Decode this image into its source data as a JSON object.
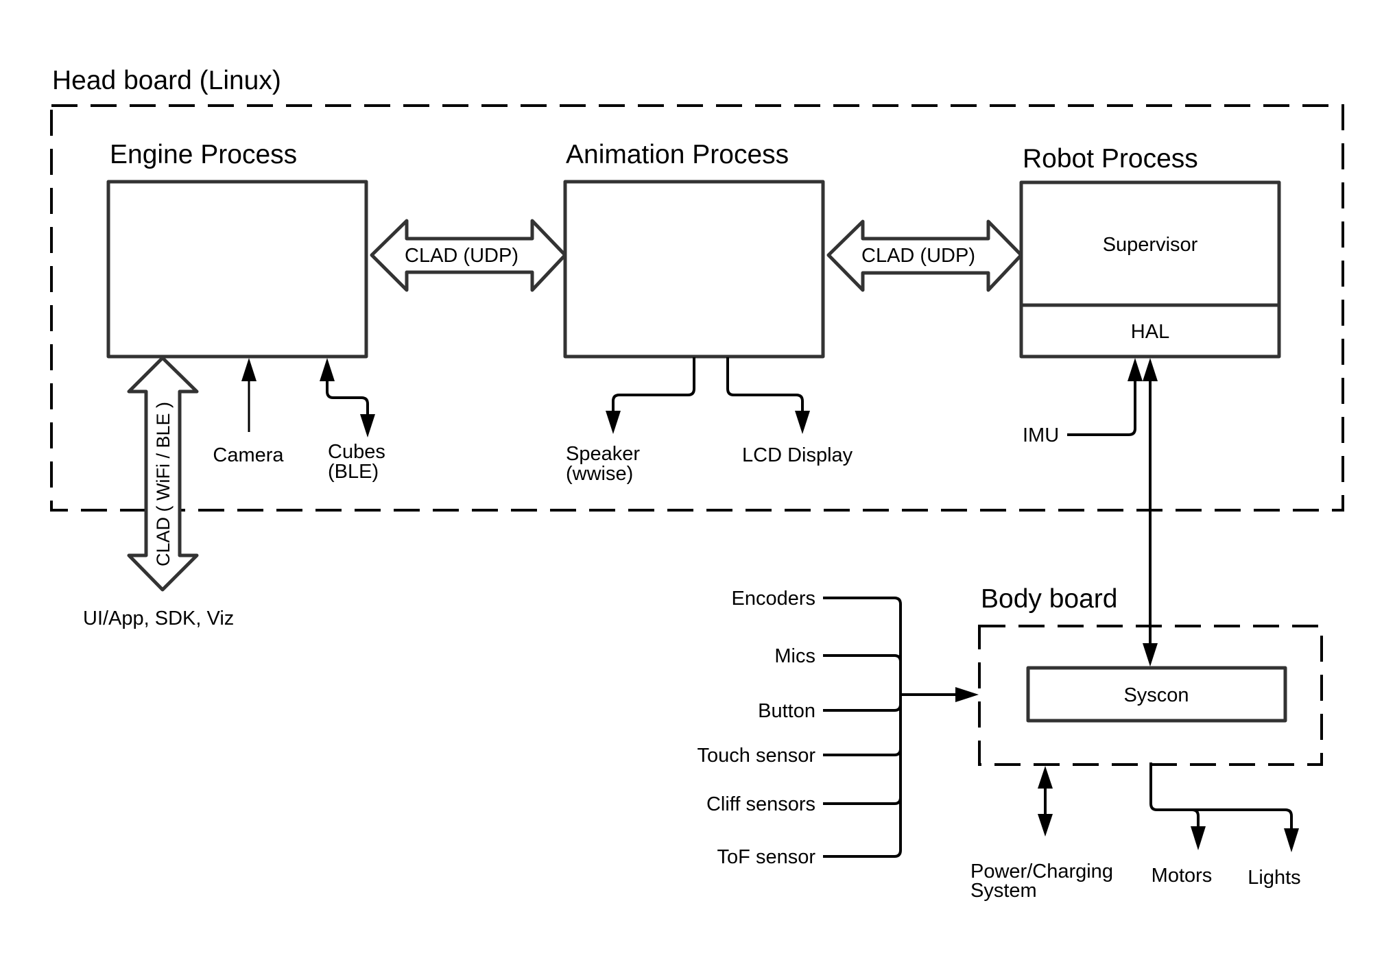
{
  "head_board": {
    "title": "Head board (Linux)",
    "engine": {
      "title": "Engine Process"
    },
    "animation": {
      "title": "Animation Process"
    },
    "robot": {
      "title": "Robot Process",
      "supervisor": "Supervisor",
      "hal": "HAL"
    },
    "links": {
      "engine_animation": "CLAD (UDP)",
      "animation_robot": "CLAD (UDP)",
      "engine_external": "CLAD ( WiFi / BLE )"
    },
    "engine_io": {
      "camera": "Camera",
      "cubes_line1": "Cubes",
      "cubes_line2": "(BLE)",
      "external": "UI/App, SDK, Viz"
    },
    "animation_io": {
      "speaker_line1": "Speaker",
      "speaker_line2": "(wwise)",
      "lcd": "LCD Display"
    },
    "robot_io": {
      "imu": "IMU"
    }
  },
  "body_board": {
    "title": "Body board",
    "syscon": "Syscon",
    "inputs": [
      "Encoders",
      "Mics",
      "Button",
      "Touch sensor",
      "Cliff sensors",
      "ToF sensor"
    ],
    "outputs": {
      "power_line1": "Power/Charging",
      "power_line2": "System",
      "motors": "Motors",
      "lights": "Lights"
    }
  }
}
